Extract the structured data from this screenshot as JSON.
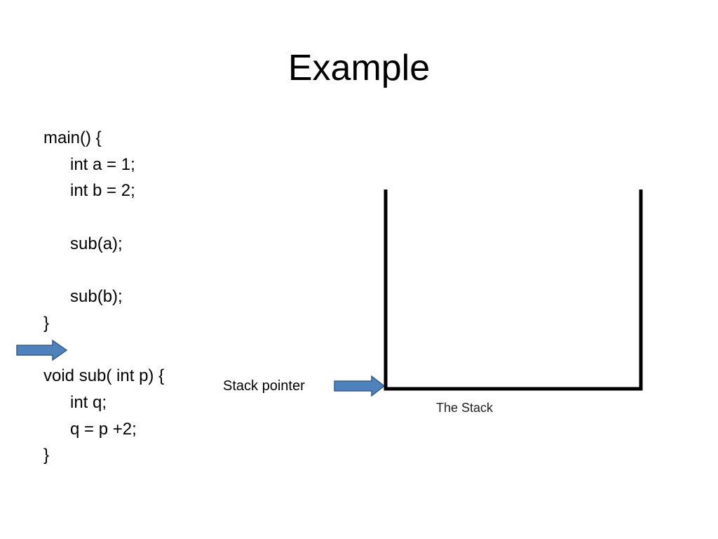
{
  "slide": {
    "title": "Example"
  },
  "code": {
    "lines": [
      {
        "text": "main() {",
        "indent": 0
      },
      {
        "text": "int a = 1;",
        "indent": 1
      },
      {
        "text": "int b = 2;",
        "indent": 1
      },
      {
        "text": "",
        "indent": 0
      },
      {
        "text": "sub(a);",
        "indent": 1
      },
      {
        "text": "",
        "indent": 0
      },
      {
        "text": "sub(b);",
        "indent": 1
      },
      {
        "text": "}",
        "indent": 0
      },
      {
        "text": "",
        "indent": 0
      },
      {
        "text": "void sub( int p) {",
        "indent": 0
      },
      {
        "text": "int q;",
        "indent": 1
      },
      {
        "text": "q = p +2;",
        "indent": 1
      },
      {
        "text": "}",
        "indent": 0
      }
    ]
  },
  "stack": {
    "pointer_label": "Stack pointer",
    "caption": "The Stack"
  },
  "colors": {
    "arrow_fill": "#4f81bd",
    "arrow_stroke": "#385d8a",
    "stack_outline": "#000000"
  },
  "icons": {
    "execution_arrow": "right-arrow-icon",
    "stack_pointer_arrow": "right-arrow-icon"
  }
}
